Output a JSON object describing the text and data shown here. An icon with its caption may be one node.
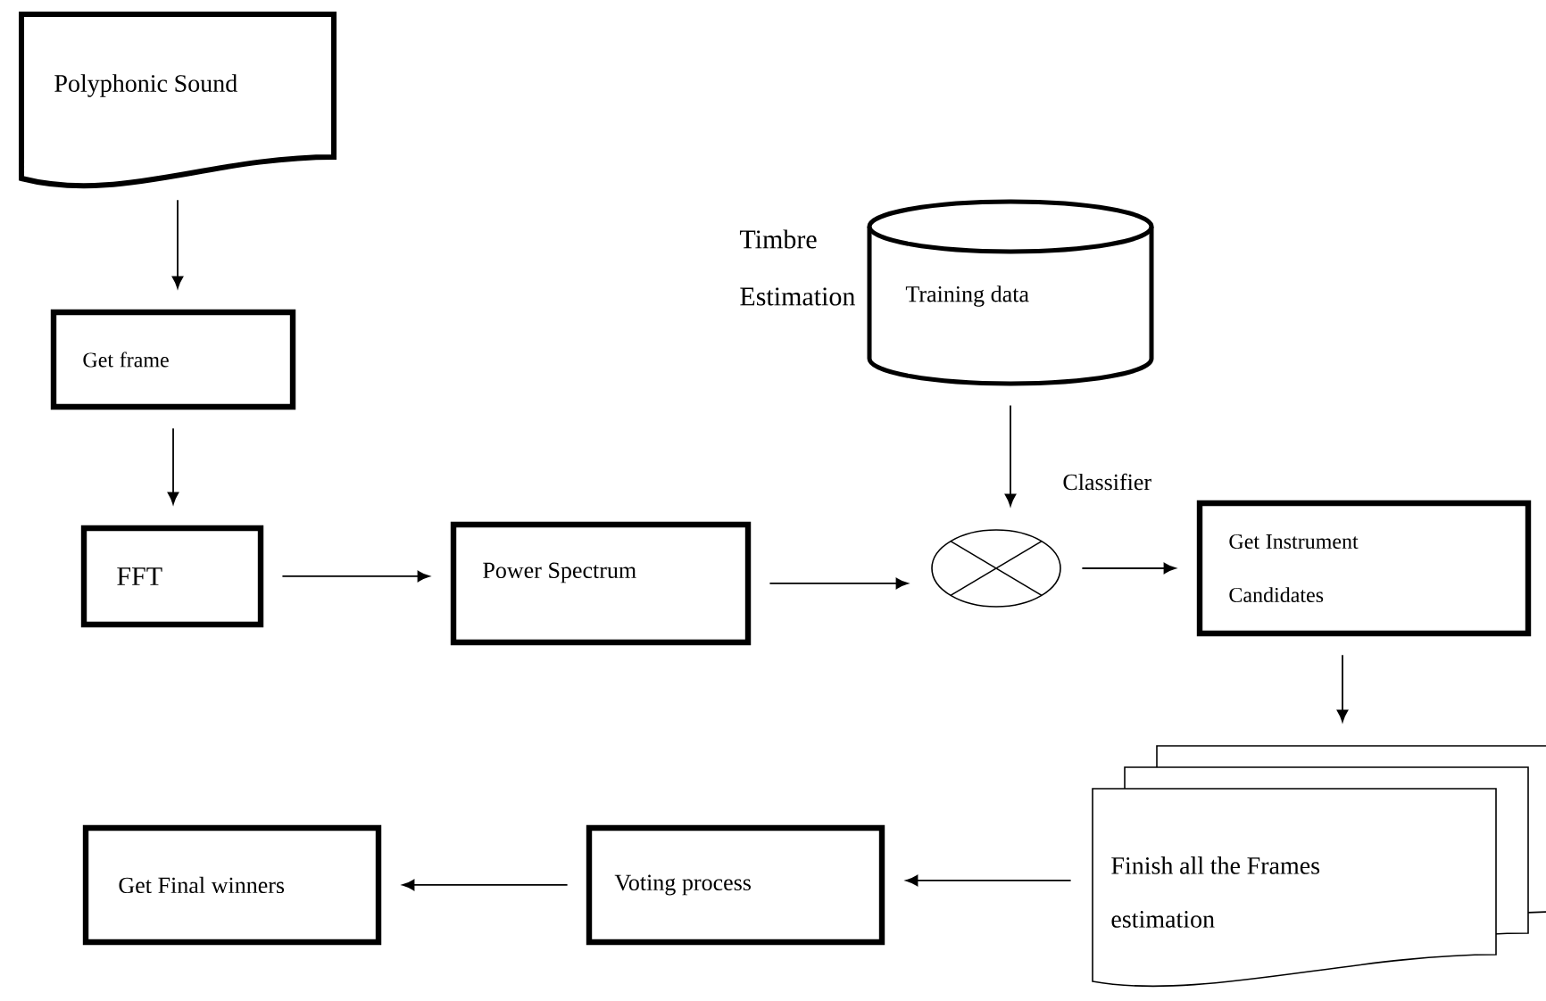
{
  "diagram": {
    "nodes": [
      {
        "text": [
          "Polyphonic Sound"
        ]
      },
      {
        "text": [
          "Get frame"
        ]
      },
      {
        "text": [
          "FFT"
        ]
      },
      {
        "text": [
          "Power Spectrum"
        ]
      },
      {
        "text": [
          "Training data"
        ]
      },
      {
        "text": [],
        "shape": "circle"
      },
      {
        "text": [
          "Get Instrument Candidates"
        ]
      },
      {
        "text": [
          "Finish all the Frames estimation"
        ]
      },
      {
        "text": [
          "Voting process"
        ]
      },
      {
        "text": [
          "Get Final winners"
        ]
      }
    ],
    "edges": [
      {
        "from": 0,
        "to": 1,
        "arrow": "to"
      },
      {
        "from": 1,
        "to": 2,
        "arrow": "to"
      },
      {
        "from": 2,
        "to": 3,
        "arrow": "to"
      },
      {
        "from": 3,
        "to": 5,
        "arrow": "to"
      },
      {
        "from": 4,
        "to": 5,
        "arrow": "to"
      },
      {
        "from": 5,
        "to": 6,
        "arrow": "to"
      },
      {
        "from": 6,
        "to": 7,
        "arrow": "to"
      },
      {
        "from": 7,
        "to": 8,
        "arrow": "to"
      },
      {
        "from": 8,
        "to": 9,
        "arrow": "to"
      }
    ],
    "labels": [
      "Timbre Estimation",
      "Classifier"
    ]
  }
}
